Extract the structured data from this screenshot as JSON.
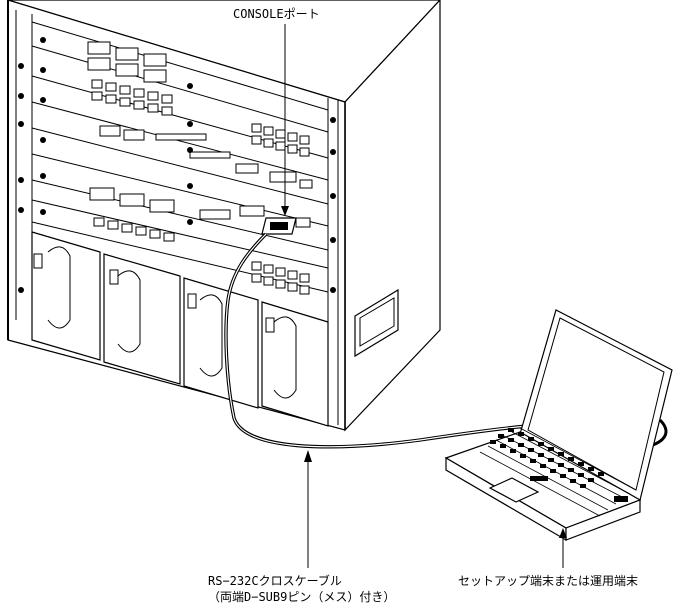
{
  "labels": {
    "console_port": "CONSOLEポート",
    "cable_line1": "RS−232Cクロスケーブル",
    "cable_line2": "（両端D−SUB9ピン（メス）付き）",
    "terminal": "セットアップ端末または運用端末"
  }
}
